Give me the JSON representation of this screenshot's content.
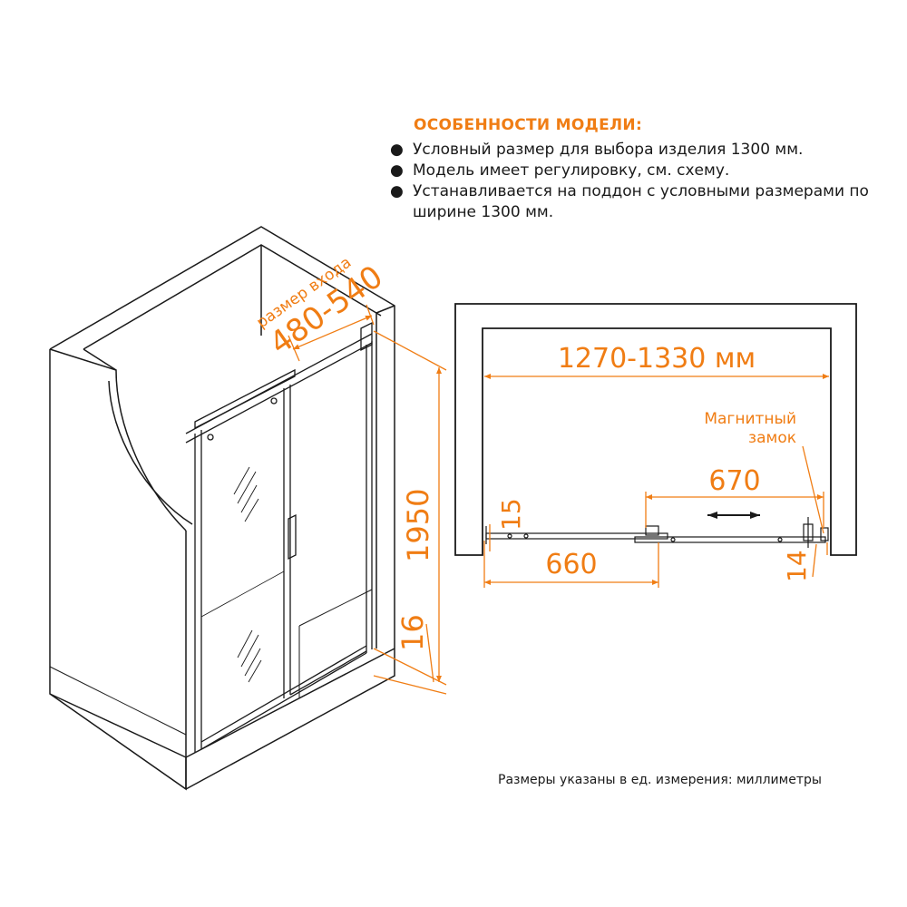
{
  "features": {
    "title": "ОСОБЕННОСТИ МОДЕЛИ:",
    "items": [
      "Условный размер для выбора изделия 1300 мм.",
      "Модель имеет регулировку, см. схему.",
      "Устанавливается на поддон с условными размерами по ширине 1300 мм."
    ]
  },
  "iso": {
    "entry_label": "размер входа",
    "entry_value": "480-540",
    "height_value": "1950",
    "base_value": "16"
  },
  "plan": {
    "width_value": "1270-1330 мм",
    "magnet_line1": "Магнитный",
    "magnet_line2": "замок",
    "travel_value": "670",
    "left_offset_value": "15",
    "panel_value": "660",
    "right_offset_value": "14"
  },
  "footnote": "Размеры указаны в ед. измерения: миллиметры",
  "colors": {
    "accent": "#f07d14",
    "line": "#1a1a1a"
  }
}
